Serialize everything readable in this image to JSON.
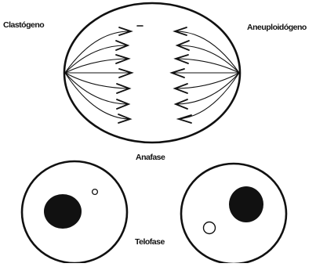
{
  "labels": {
    "left_agent": "Clastógeno",
    "right_agent": "Aneuploidógeno",
    "anaphase": "Anafase",
    "telophase": "Telofase"
  },
  "colors": {
    "ink": "#111111",
    "background": "#ffffff"
  }
}
